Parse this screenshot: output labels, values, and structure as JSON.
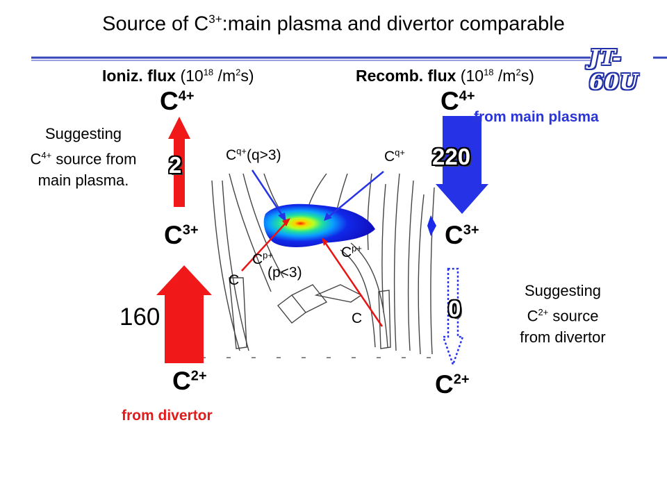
{
  "title": {
    "prefix": "Source of C",
    "sup": "3+",
    "suffix": ":main plasma and divertor comparable"
  },
  "logo": "JT-60U",
  "left_header": {
    "bold": "Ioniz. flux",
    "pre": " (10",
    "sup": "18",
    "mid": " /m",
    "sup2": "2",
    "post": "s)"
  },
  "right_header": {
    "bold": "Recomb. flux",
    "pre": " (10",
    "sup": "18",
    "mid": " /m",
    "sup2": "2",
    "post": "s)"
  },
  "ions": {
    "base": "C",
    "c4": "4+",
    "c3": "3+",
    "c2": "2+"
  },
  "left_note": {
    "line1": "Suggesting",
    "line2_base": "C",
    "line2_sup": "4+",
    "line2_rest": " source from",
    "line3": "main plasma."
  },
  "right_note": {
    "line1": "Suggesting",
    "line2_base": "C",
    "line2_sup": "2+",
    "line2_rest": " source",
    "line3": "from divertor"
  },
  "values": {
    "ioniz_c3_to_c4": "2",
    "ioniz_c2_to_c3": "160",
    "recomb_c4_to_c3": "220",
    "recomb_c3_to_c2": "0"
  },
  "from_main_plasma": "from main plasma",
  "from_divertor": "from divertor",
  "labels": {
    "cq_left_base": "C",
    "cq_left_sup": "q+",
    "cq_left_rest": "(q>3)",
    "cq_right_base": "C",
    "cq_right_sup": "q+",
    "cp_left_base": "C",
    "cp_left_sup": "p+",
    "cp_right_base": "C",
    "cp_right_sup": "p+",
    "p_cond": "(p<3)",
    "c_left": "C",
    "c_right": "C"
  },
  "colors": {
    "red_arrow": "#f01818",
    "blue_arrow": "#2632e6",
    "blue_text": "#2a35d8",
    "red_text": "#e21b1b",
    "title_rule": "#3344bb"
  }
}
